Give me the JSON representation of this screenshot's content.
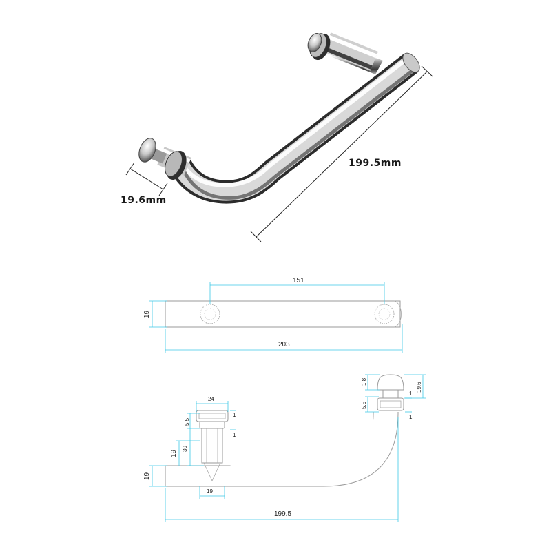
{
  "colors": {
    "dimension_line": "#3cc8e6",
    "outline": "#9a9a9a",
    "chrome_dark": "#3a3a3a",
    "chrome_light": "#f2f2f2"
  },
  "photo": {
    "length_label": "199.5mm",
    "diameter_label": "19.6mm"
  },
  "top_view": {
    "hole_spacing": "151",
    "total_length": "203",
    "tube_diameter": "19"
  },
  "side_view": {
    "knob_height": "1.8",
    "knob_diameter": "19.6",
    "washer_gap_right": "5.5",
    "base_width": "24",
    "washer_gap_left": "5.5",
    "post_height": "30",
    "bar_height_left": "19",
    "bar_diameter": "19",
    "bottom_width": "19",
    "total_length": "199.5",
    "tick_one_a": "1",
    "tick_one_b": "1",
    "tick_one_c": "1",
    "tick_one_d": "1"
  }
}
